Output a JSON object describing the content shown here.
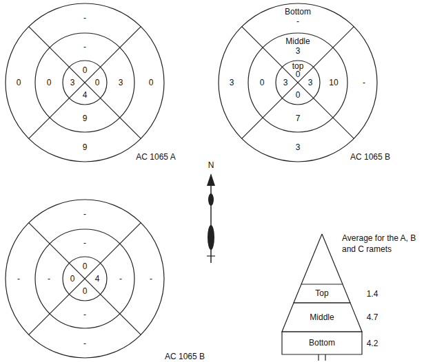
{
  "diagram": {
    "nodes": [
      {
        "text": [
          "Top"
        ]
      },
      {
        "text": [
          "Middle"
        ]
      },
      {
        "text": [
          "Bottom"
        ]
      }
    ],
    "labels": [
      "-",
      "-",
      "0",
      "0",
      "0",
      "3",
      "0",
      "3",
      "0",
      "4",
      "9",
      "9",
      "AC 1065 A",
      "Bottom",
      "-",
      "Middle",
      "3",
      "top",
      "0",
      "3",
      "0",
      "3",
      "3",
      "10",
      "-",
      "0",
      "7",
      "3",
      "AC 1065 B",
      "N",
      "-",
      "-",
      "0",
      "-",
      "-",
      "0",
      "4",
      "-",
      "-",
      "0",
      "-",
      "-",
      "AC 1065 B",
      "Average for the A, B and C ramets",
      "1.4",
      "4.7",
      "4.2"
    ]
  }
}
